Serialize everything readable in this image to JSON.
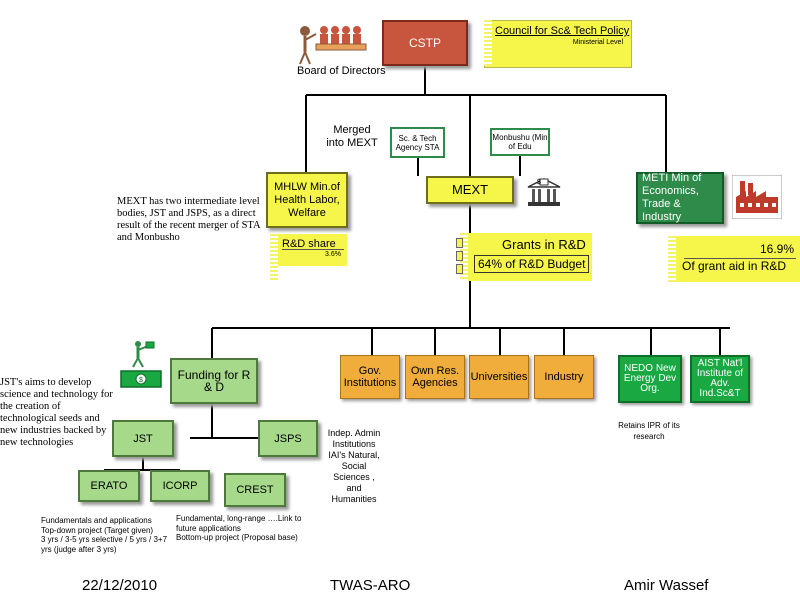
{
  "top": {
    "cstp": "CSTP",
    "council_title": "Council for Sc& Tech Policy",
    "council_sub": "Ministerial Level",
    "board": "Board of Directors"
  },
  "ministries": {
    "merged": "Merged into MEXT",
    "sta": "Sc. & Tech Agency STA",
    "monbushu": "Monbushu (Min of Edu",
    "mhlw": "MHLW Min.of Health Labor, Welfare",
    "mext": "MEXT",
    "meti": "METI Min of Economics, Trade & Industry"
  },
  "shares": {
    "mhlw_label": "R&D share",
    "mhlw_value": "3.6%",
    "mext_grants": "Grants in R&D",
    "mext_budget": "64% of R&D Budget",
    "meti_value": "16.9%",
    "meti_label": "Of grant aid in R&D"
  },
  "notes": {
    "mext_note": "MEXT has two intermediate level bodies, JST and JSPS, as a direct result of the recent merger of STA and Monbusho",
    "jst_aims": "JST's aims to develop science and technology for the creation of technological seeds and new industries backed by new technologies",
    "indep": "Indep. Admin Institutions IAI's Natural, Social Sciences , and Humanities",
    "retains": "Retains IPR of its research",
    "fundamentals_1": "Fundamentals and applications",
    "fundamentals_2": "Top-down project (Target given)",
    "fundamentals_3": "3 yrs / 3-5 yrs selective / 5 yrs / 3+7 yrs (judge after 3 yrs)",
    "fundamental_long": "Fundamental, long-range ….Link to future applications",
    "bottom_up": "Bottom-up project (Proposal base)"
  },
  "funding": {
    "funding": "Funding for R & D",
    "jst": "JST",
    "jsps": "JSPS",
    "erato": "ERATO",
    "icorp": "ICORP",
    "crest": "CREST"
  },
  "recipients": {
    "gov": "Gov. Institutions",
    "own": "Own Res. Agencies",
    "univ": "Universities",
    "industry": "Industry",
    "nedo": "NEDO New Energy Dev Org.",
    "aist": "AIST Nat'l Institute of Adv. Ind.Sc&T"
  },
  "footer": {
    "date": "22/12/2010",
    "org": "TWAS-ARO",
    "author": "Amir Wassef"
  },
  "colors": {
    "cstp_red": "#c8553d",
    "yellow": "#f5f54a",
    "meti_green": "#2e8b4a",
    "light_green": "#a6d98a",
    "orange": "#f0ad3c"
  }
}
